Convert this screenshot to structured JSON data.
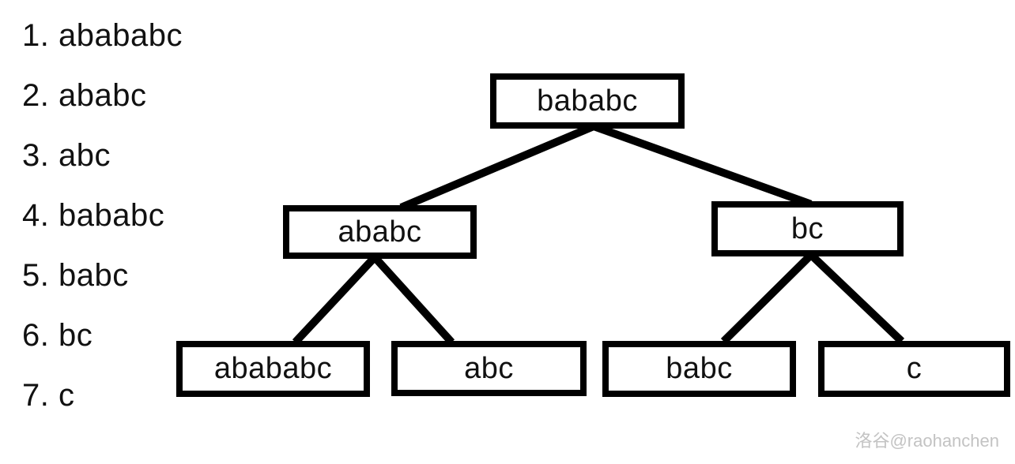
{
  "list": {
    "items": [
      "1. abababc",
      "2. ababc",
      "3. abc",
      "4. bababc",
      "5. babc",
      "6. bc",
      "7. c"
    ]
  },
  "tree": {
    "nodes": [
      {
        "id": "root",
        "label": "bababc",
        "parent": null
      },
      {
        "id": "n-ababc",
        "label": "ababc",
        "parent": "root"
      },
      {
        "id": "n-bc",
        "label": "bc",
        "parent": "root"
      },
      {
        "id": "n-abababc",
        "label": "abababc",
        "parent": "n-ababc"
      },
      {
        "id": "n-abc",
        "label": "abc",
        "parent": "n-ababc"
      },
      {
        "id": "n-babc",
        "label": "babc",
        "parent": "n-bc"
      },
      {
        "id": "n-c",
        "label": "c",
        "parent": "n-bc"
      }
    ]
  },
  "watermark": {
    "text": "洛谷@raohanchen"
  },
  "colors": {
    "background": "#ffffff",
    "node_fill": "#ffffff",
    "node_border": "#000000",
    "edge": "#000000",
    "text": "#111111",
    "watermark": "#c3c3c3"
  }
}
